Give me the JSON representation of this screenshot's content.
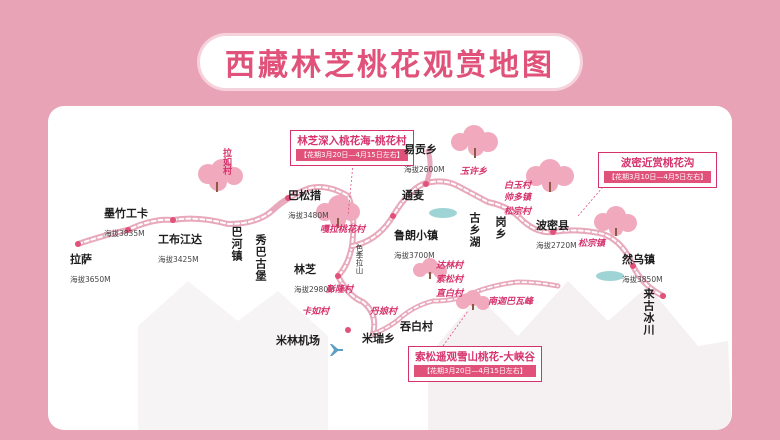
{
  "title": "西藏林芝桃花观赏地图",
  "callouts": {
    "taohua": {
      "title": "林芝深入桃花海-桃花村",
      "sub": "【花期3月20日—4月15日左右】"
    },
    "bomi": {
      "title": "波密近赏桃花沟",
      "sub": "【花期3月10日—4月5日左右】"
    },
    "suosong": {
      "title": "索松遥观雪山桃花-大峡谷",
      "sub": "【花期3月20日—4月15日左右】"
    }
  },
  "places": {
    "lasa": {
      "name": "拉萨",
      "alt": "海拔3650M"
    },
    "mozhu": {
      "name": "墨竹工卡",
      "alt": "海拔3835M"
    },
    "gongbu": {
      "name": "工布江达",
      "alt": "海拔3425M"
    },
    "basongcuo": {
      "name": "巴松措",
      "alt": "海拔3480M"
    },
    "linzhi": {
      "name": "林芝",
      "alt": "海拔2980M"
    },
    "lulang": {
      "name": "鲁朗小镇",
      "alt": "海拔3700M"
    },
    "yigong": {
      "name": "易贡乡",
      "alt": "海拔2600M"
    },
    "tongmai": {
      "name": "通麦"
    },
    "bomi": {
      "name": "波密县",
      "alt": "海拔2720M"
    },
    "ranwu": {
      "name": "然乌镇",
      "alt": "海拔3850M"
    },
    "milin": {
      "name": "米林机场"
    },
    "mirui": {
      "name": "米瑞乡"
    },
    "tunbai": {
      "name": "吞白村"
    }
  },
  "vertical_places": {
    "bahe": "巴河镇",
    "xiuba": "秀巴古堡",
    "guxiang": "古乡湖",
    "gangxiang": "岗乡",
    "laigu": "来古冰川",
    "sejila": "色季拉山"
  },
  "flower_labels": {
    "labo": "拉如村",
    "gala": "嘎拉桃花村",
    "yuxu": "玉许乡",
    "baiyu": "白玉村",
    "shuai": "帅多镇",
    "songzong": "松宗村",
    "bomi_east": "松宗镇",
    "zhibai": "直白村",
    "suosong": "索松村",
    "nanjiabawa": "南迦巴瓦峰",
    "dimu": "达林村",
    "bangri": "彭隆村",
    "danniang": "丹娘村",
    "jiaolin": "卡如村"
  },
  "colors": {
    "accent": "#e0527a",
    "road": "#e59bb2",
    "lake": "#9fd4d6"
  }
}
